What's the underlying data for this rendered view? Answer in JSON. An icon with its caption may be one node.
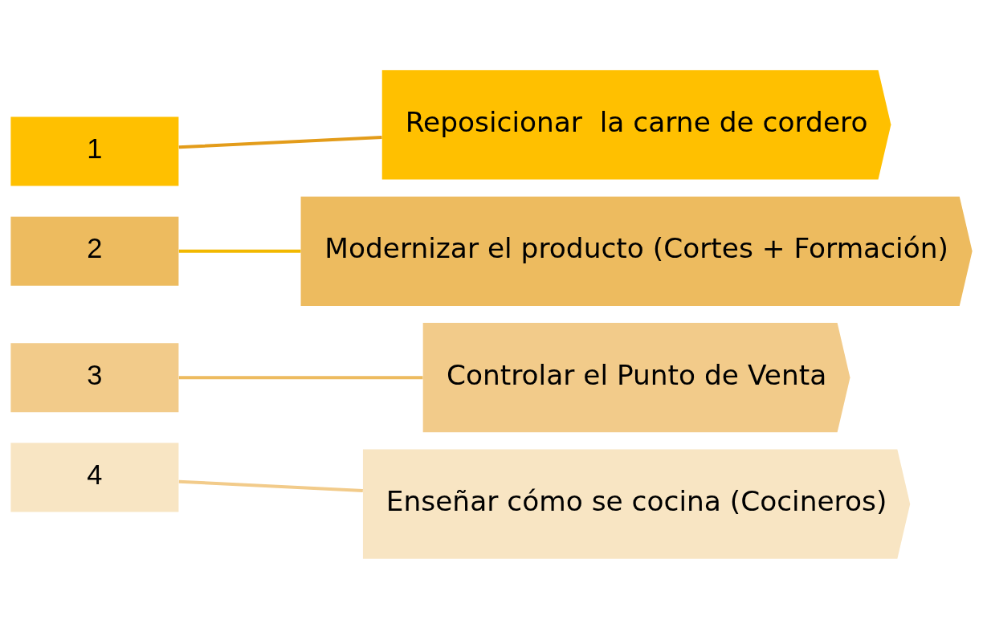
{
  "diagram": {
    "nodes": [
      {
        "text": [
          "1"
        ]
      },
      {
        "text": [
          "2"
        ]
      },
      {
        "text": [
          "3"
        ]
      },
      {
        "text": [
          "4"
        ]
      },
      {
        "text": [
          "Reposicionar  la carne de cordero"
        ]
      },
      {
        "text": [
          "Modernizar el producto (Cortes + Formación)"
        ]
      },
      {
        "text": [
          "Controlar el Punto de Venta"
        ]
      },
      {
        "text": [
          "Enseñar cómo se cocina (Cocineros)"
        ]
      }
    ],
    "edges": [
      {
        "from": 0,
        "to": 4,
        "arrow": "none",
        "color": "#e39c1a"
      },
      {
        "from": 1,
        "to": 5,
        "arrow": "none",
        "color": "#f2b800"
      },
      {
        "from": 2,
        "to": 6,
        "arrow": "none",
        "color": "#edbb5f"
      },
      {
        "from": 3,
        "to": 7,
        "arrow": "none",
        "color": "#f2cb8a"
      }
    ]
  }
}
